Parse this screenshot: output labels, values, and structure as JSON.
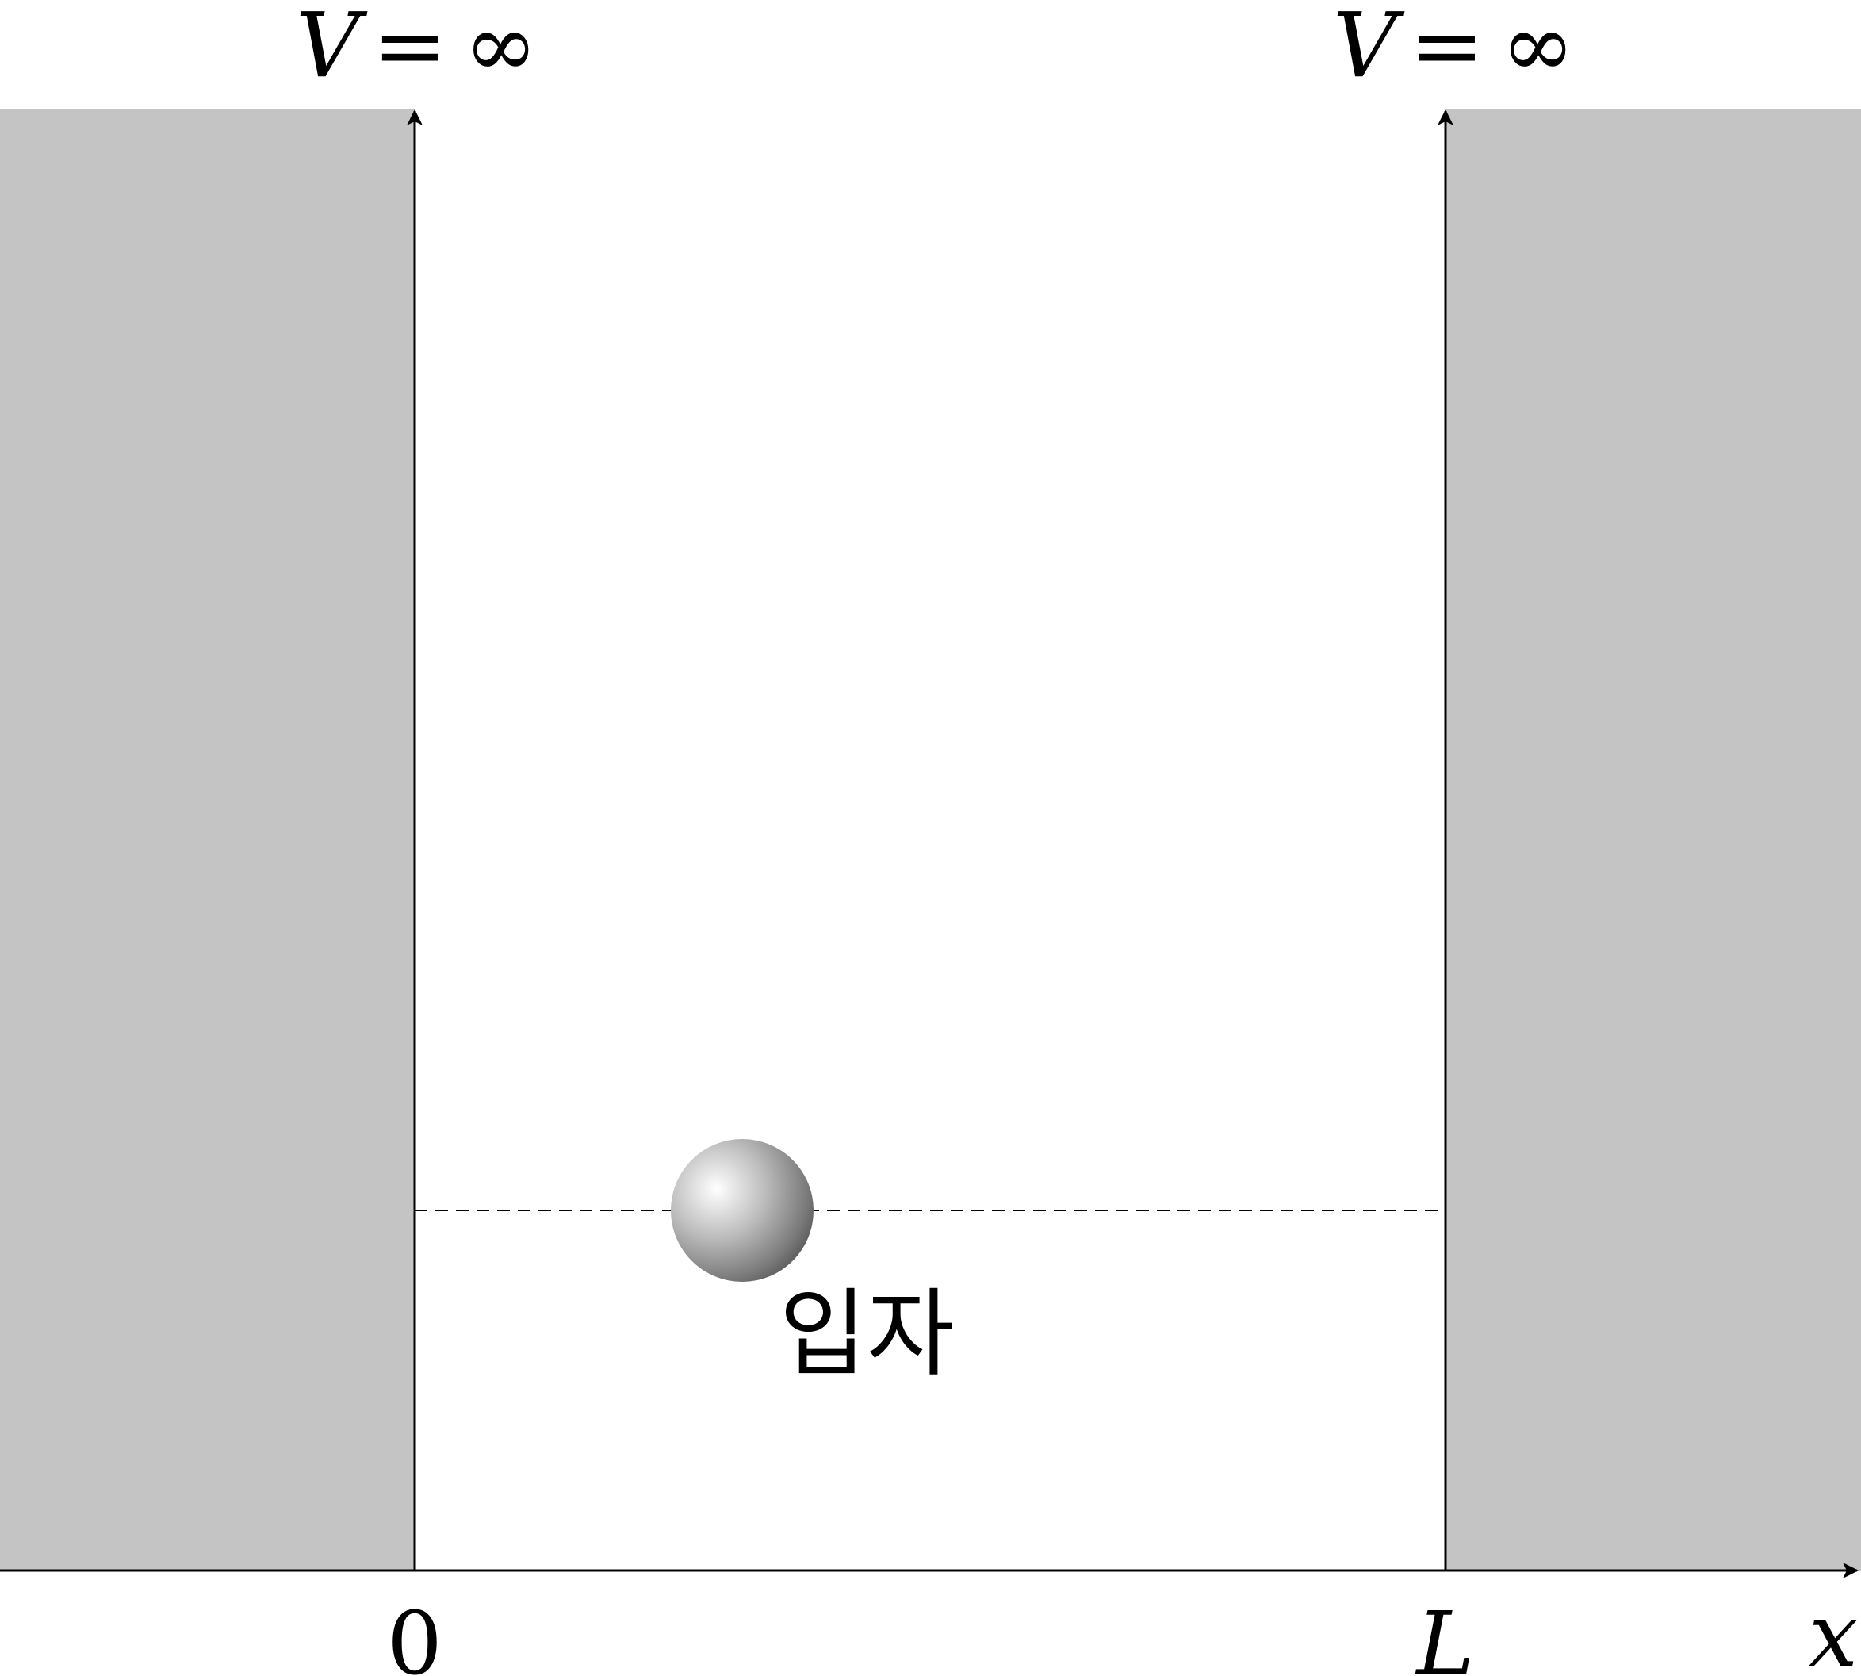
{
  "labels": {
    "left_potential": {
      "var": "V",
      "eq": "=",
      "val": "∞"
    },
    "right_potential": {
      "var": "V",
      "eq": "=",
      "val": "∞"
    },
    "origin": "0",
    "right_wall": "L",
    "x_axis": "x",
    "particle": "입자"
  },
  "colors": {
    "wall_fill": "#c4c4c4",
    "line": "#000000",
    "background": "#ffffff"
  }
}
